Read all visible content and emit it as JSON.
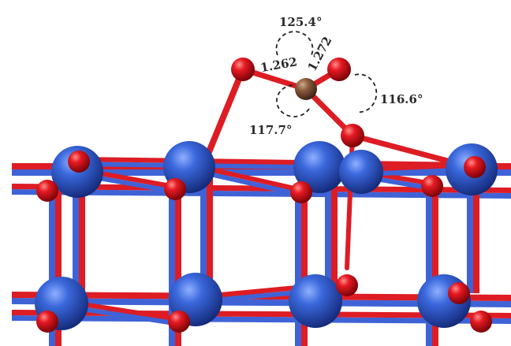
{
  "annotations": {
    "angle_top": "125.4°",
    "bond_left": "1.262",
    "bond_right": "1.272",
    "angle_right": "116.6°",
    "angle_bottom": "117.7°"
  },
  "colors": {
    "background": "#ffffff",
    "metal_atom": "#2f5fd0",
    "oxygen_atom": "#e0141e",
    "carbon_atom": "#8a5a3c",
    "bond_blue": "#3f63d6",
    "bond_red": "#dd1c24",
    "annotation_text": "#2a2a2a"
  },
  "atoms": {
    "metal": "metal-atom",
    "oxygen": "oxygen-atom",
    "carbon": "carbon-atom"
  }
}
